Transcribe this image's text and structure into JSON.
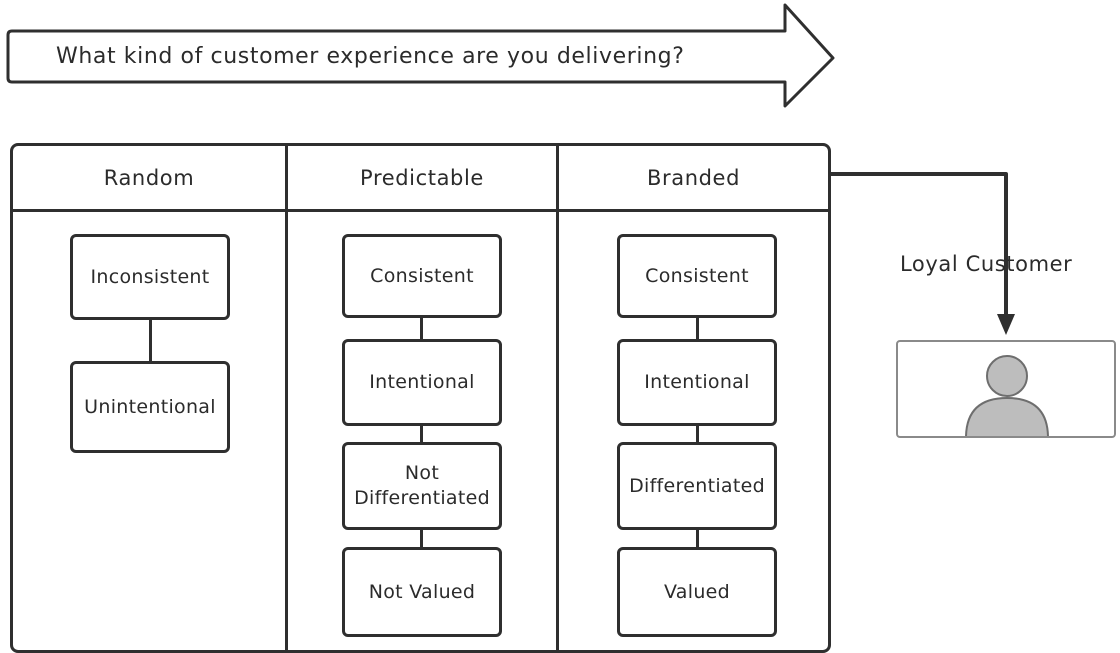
{
  "banner": {
    "text": "What kind of customer experience are you delivering?"
  },
  "columns": [
    {
      "header": "Random",
      "items": [
        "Inconsistent",
        "Unintentional"
      ]
    },
    {
      "header": "Predictable",
      "items": [
        "Consistent",
        "Intentional",
        "Not Differentiated",
        "Not Valued"
      ]
    },
    {
      "header": "Branded",
      "items": [
        "Consistent",
        "Intentional",
        "Differentiated",
        "Valued"
      ]
    }
  ],
  "outcome": {
    "label": "Loyal Customer",
    "icon": "person-icon"
  },
  "colors": {
    "stroke": "#2f2f2f",
    "text": "#2b2b2b",
    "avatar_fill": "#bdbdbd",
    "avatar_stroke": "#6e6e6e",
    "frame": "#8a8a8a"
  }
}
